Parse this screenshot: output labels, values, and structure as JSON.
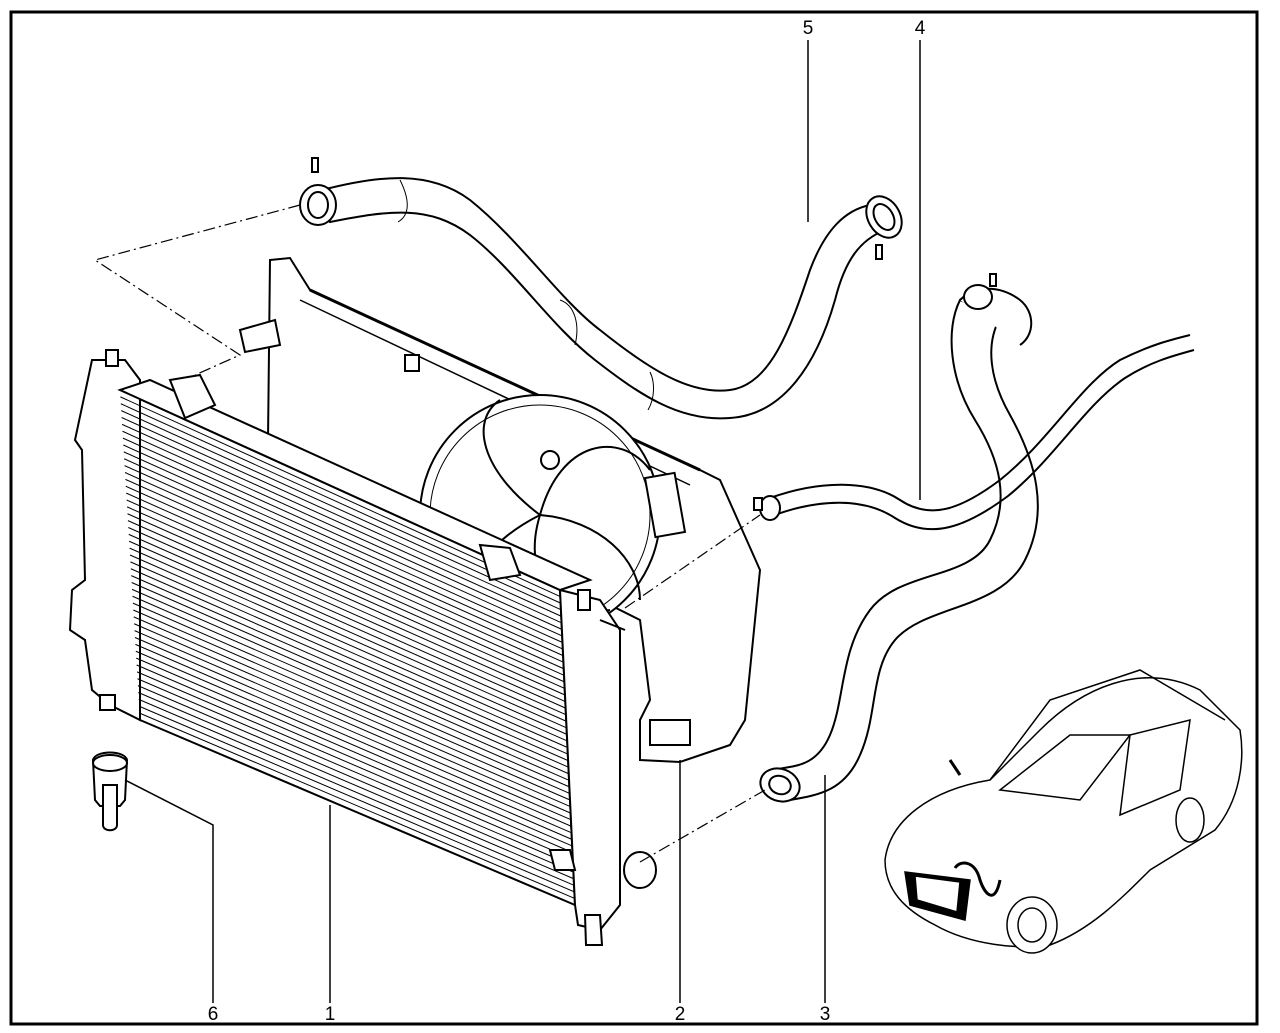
{
  "diagram": {
    "part_callouts": [
      {
        "id": "5",
        "label": "5"
      },
      {
        "id": "4",
        "label": "4"
      },
      {
        "id": "6",
        "label": "6"
      },
      {
        "id": "1",
        "label": "1"
      },
      {
        "id": "2",
        "label": "2"
      },
      {
        "id": "3",
        "label": "3"
      }
    ],
    "colors": {
      "line": "#000000",
      "background": "#ffffff",
      "frame": "#000000"
    }
  }
}
